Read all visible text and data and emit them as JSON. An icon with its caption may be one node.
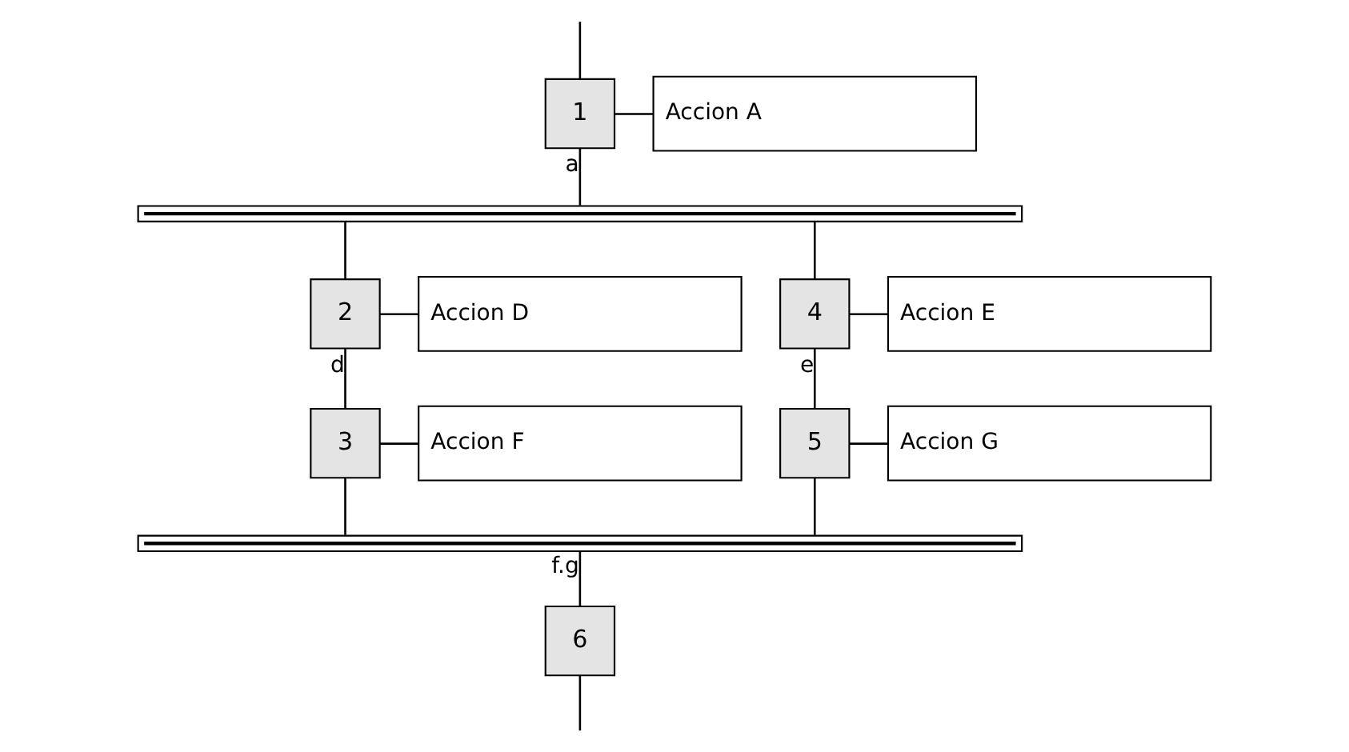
{
  "diagram": {
    "nodes": [
      {
        "text": [
          "1"
        ]
      },
      {
        "text": [
          "Accion A"
        ]
      },
      {
        "text": [],
        "shape": "bar"
      },
      {
        "text": [
          "2"
        ]
      },
      {
        "text": [
          "Accion D"
        ]
      },
      {
        "text": [
          "4"
        ]
      },
      {
        "text": [
          "Accion E"
        ]
      },
      {
        "text": [
          "3"
        ]
      },
      {
        "text": [
          "Accion F"
        ]
      },
      {
        "text": [
          "5"
        ]
      },
      {
        "text": [
          "Accion G"
        ]
      },
      {
        "text": [],
        "shape": "bar"
      },
      {
        "text": [
          "6"
        ]
      }
    ],
    "edges": [
      {
        "from": null,
        "to": 0,
        "arrow": "none"
      },
      {
        "from": 0,
        "to": 1,
        "arrow": "none"
      },
      {
        "from": 0,
        "to": 2,
        "arrow": "none",
        "label": "a"
      },
      {
        "from": 2,
        "to": 3,
        "arrow": "none"
      },
      {
        "from": 2,
        "to": 5,
        "arrow": "none"
      },
      {
        "from": 3,
        "to": 4,
        "arrow": "none"
      },
      {
        "from": 5,
        "to": 6,
        "arrow": "none"
      },
      {
        "from": 3,
        "to": 7,
        "arrow": "none",
        "label": "d"
      },
      {
        "from": 5,
        "to": 9,
        "arrow": "none",
        "label": "e"
      },
      {
        "from": 7,
        "to": 8,
        "arrow": "none"
      },
      {
        "from": 9,
        "to": 10,
        "arrow": "none"
      },
      {
        "from": 7,
        "to": 11,
        "arrow": "none"
      },
      {
        "from": 9,
        "to": 11,
        "arrow": "none"
      },
      {
        "from": 11,
        "to": 12,
        "arrow": "none",
        "label": "f.g"
      },
      {
        "from": 12,
        "to": null,
        "arrow": "none"
      }
    ]
  }
}
